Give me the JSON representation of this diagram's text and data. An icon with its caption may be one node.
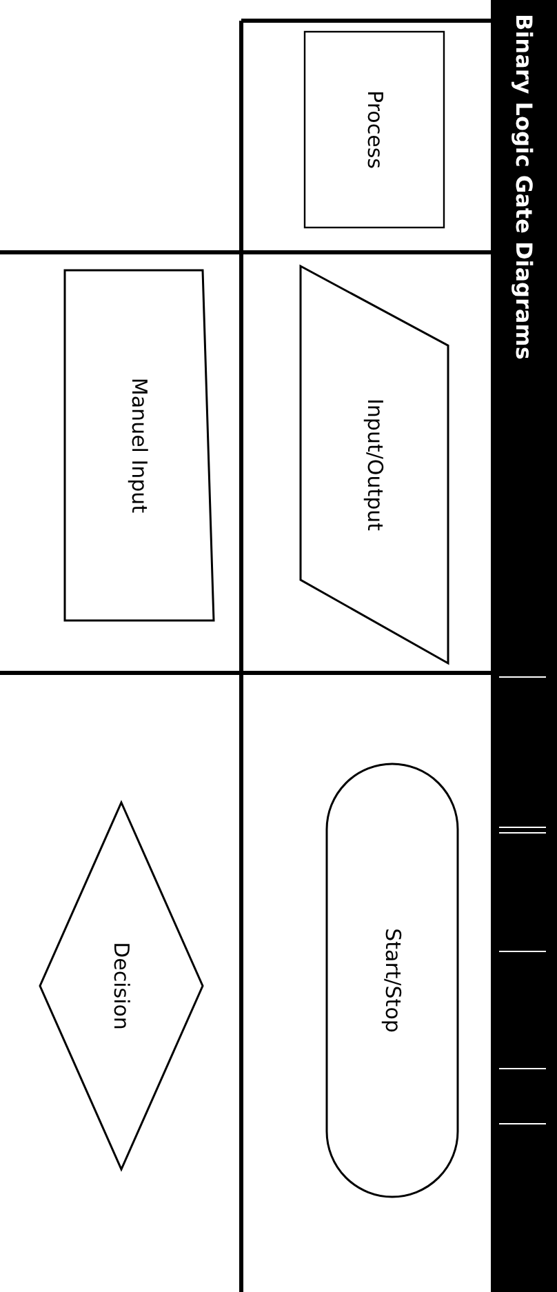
{
  "diagram": {
    "title": "Binary Logic Gate Diagrams",
    "nodes": [
      {
        "text": [
          "Process"
        ]
      },
      {
        "text": [
          "Input/Output"
        ]
      },
      {
        "text": [
          "Manuel Input"
        ]
      },
      {
        "text": [
          "Start/Stop"
        ]
      },
      {
        "text": [
          "Decision"
        ]
      }
    ]
  }
}
